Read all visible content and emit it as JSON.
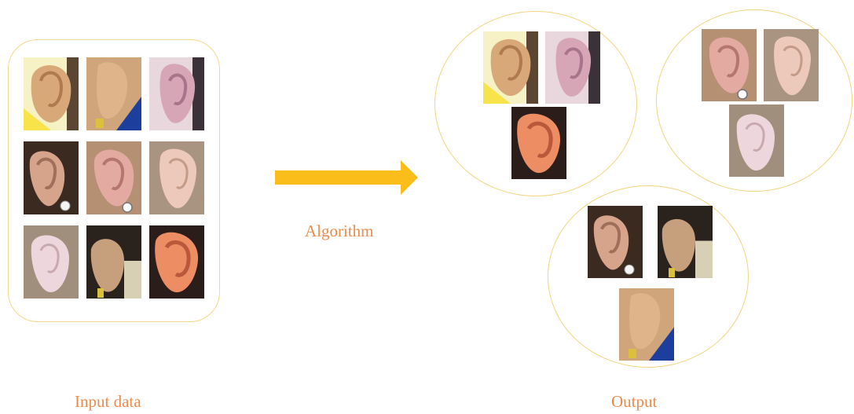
{
  "labels": {
    "algorithm": "Algorithm",
    "input": "Input data",
    "output": "Output"
  },
  "colors": {
    "frame_border": "#f3d98a",
    "arrow": "#fbbd1a",
    "label_text": "#ec8b4b"
  },
  "images": [
    {
      "id": "ear1",
      "description": "ear photo, tan skin, yellow/white background"
    },
    {
      "id": "ear2",
      "description": "ear photo, tan skin, blue background, earring"
    },
    {
      "id": "ear3",
      "description": "ear photo, pinkish skin, light background"
    },
    {
      "id": "ear4",
      "description": "ear photo, dark hair, stud earring"
    },
    {
      "id": "ear5",
      "description": "ear photo, pink skin, pearl earring"
    },
    {
      "id": "ear6",
      "description": "ear photo, light skin, blonde hair"
    },
    {
      "id": "ear7",
      "description": "ear photo, pale skin"
    },
    {
      "id": "ear8",
      "description": "ear photo, dark hair, earring"
    },
    {
      "id": "ear9",
      "description": "ear photo, orange-red skin, dark background"
    }
  ],
  "clusters": [
    [
      "ear1",
      "ear3",
      "ear9"
    ],
    [
      "ear5",
      "ear6",
      "ear7"
    ],
    [
      "ear4",
      "ear8",
      "ear2"
    ]
  ]
}
